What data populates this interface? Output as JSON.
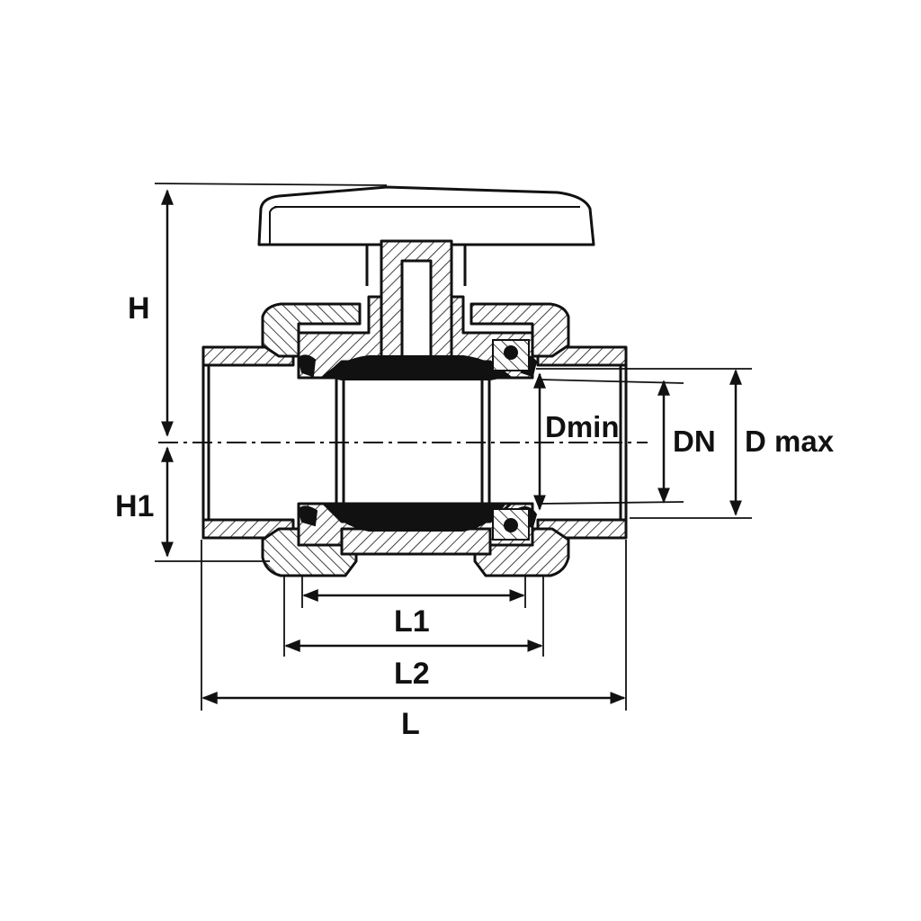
{
  "labels": {
    "H": "H",
    "H1": "H1",
    "L1": "L1",
    "L2": "L2",
    "L": "L",
    "Dmin": "Dmin",
    "DN": "DN",
    "Dmax": "D max"
  },
  "colors": {
    "line": "#111111",
    "background": "#ffffff"
  }
}
